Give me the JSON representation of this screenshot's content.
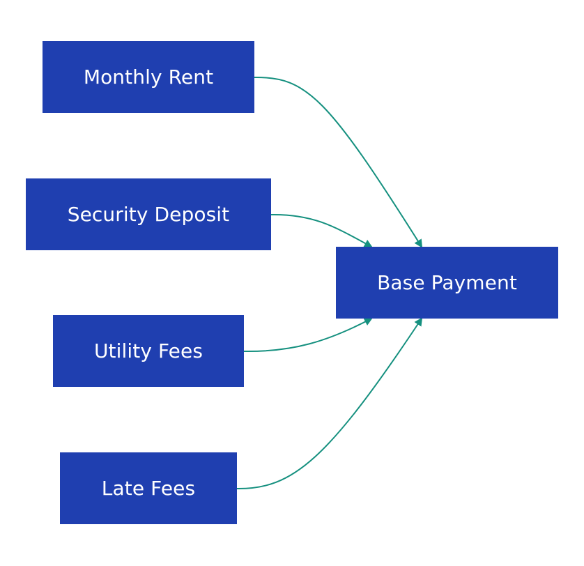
{
  "colors": {
    "node_fill": "#1f3fb0",
    "node_text": "#ffffff",
    "edge": "#15907f",
    "background": "#ffffff"
  },
  "nodes": {
    "monthly_rent": "Monthly Rent",
    "security_deposit": "Security Deposit",
    "utility_fees": "Utility Fees",
    "late_fees": "Late Fees",
    "base_payment": "Base Payment"
  },
  "edges": [
    {
      "from": "Monthly Rent",
      "to": "Base Payment"
    },
    {
      "from": "Security Deposit",
      "to": "Base Payment"
    },
    {
      "from": "Utility Fees",
      "to": "Base Payment"
    },
    {
      "from": "Late Fees",
      "to": "Base Payment"
    }
  ]
}
